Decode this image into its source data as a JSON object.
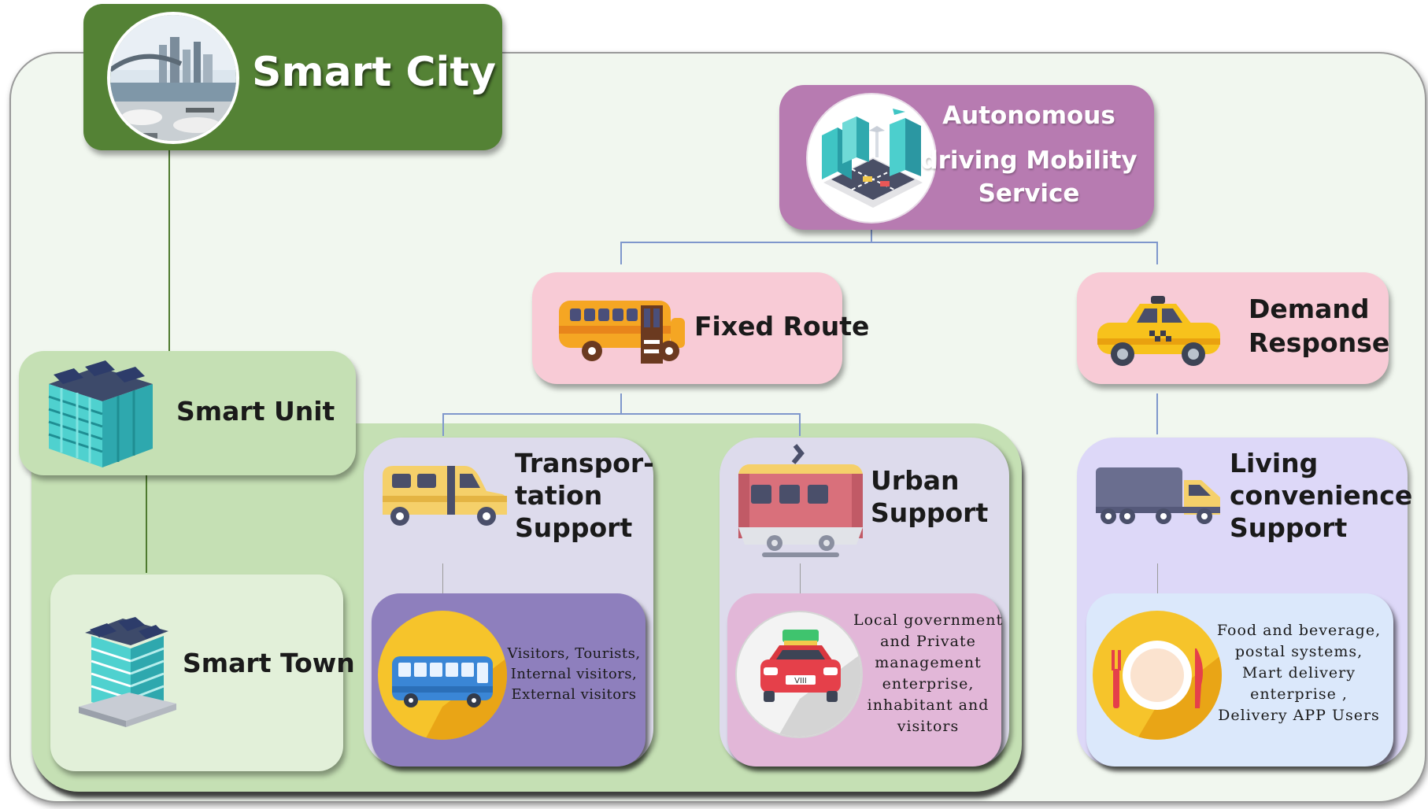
{
  "nodes": {
    "smart_city": "Smart City",
    "autonomous_line1": "Autonomous",
    "autonomous_line2": "driving Mobility",
    "autonomous_line3": "Service",
    "fixed_route": "Fixed Route",
    "demand_line1": "Demand",
    "demand_line2": "Response",
    "smart_unit": "Smart Unit",
    "smart_town": "Smart Town",
    "transport_line1": "Transpor-",
    "transport_line2": "tation",
    "transport_line3": "Support",
    "urban_line1": "Urban",
    "urban_line2": "Support",
    "living_line1": "Living",
    "living_line2": "convenience",
    "living_line3": "Support"
  },
  "users": {
    "transport": [
      "Visitors, Tourists,",
      "Internal visitors,",
      "External visitors"
    ],
    "urban": [
      "Local government",
      "and Private",
      "management",
      "enterprise,",
      "inhabitant and",
      "visitors"
    ],
    "living": [
      "Food and beverage,",
      "postal systems,",
      "Mart delivery",
      "enterprise ,",
      "Delivery APP Users"
    ]
  },
  "colors": {
    "outer_bg": "#f1f7ef",
    "smart_city": "#548235",
    "autonomous": "#b77bb1",
    "route_pink": "#f8cbd6",
    "unit_green": "#c5e0b4",
    "town_green": "#e2f0d9",
    "transport_purple": "#8e7fbd",
    "urban_pink": "#e2b7d8",
    "living_blue": "#dbe8fb",
    "panel_lavender": "#dddbec",
    "panel_violet": "#ddd8f8",
    "connector": "#7f97cc"
  },
  "icons": [
    "city-photo-icon",
    "isometric-city-icon",
    "school-bus-icon",
    "taxi-icon",
    "building-icon",
    "apartment-icon",
    "minibus-icon",
    "tram-icon",
    "truck-icon",
    "bus-icon",
    "car-icon",
    "plate-icon"
  ]
}
